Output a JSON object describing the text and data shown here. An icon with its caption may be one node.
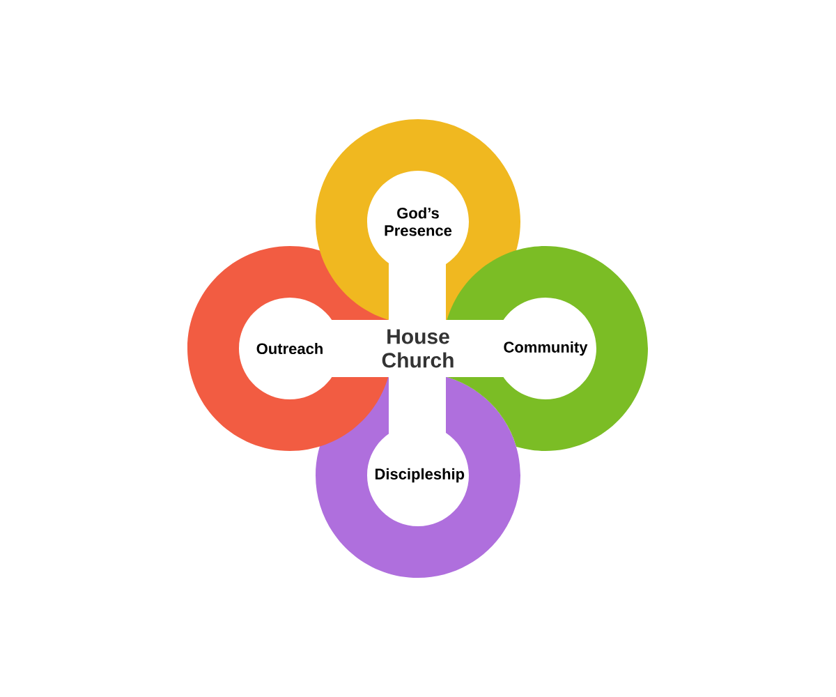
{
  "diagram": {
    "nodes": [
      {
        "text": [
          "House Church"
        ]
      },
      {
        "text": [
          "God’s Presence"
        ]
      },
      {
        "text": [
          "Outreach"
        ]
      },
      {
        "text": [
          "Community"
        ]
      },
      {
        "text": [
          "Discipleship"
        ]
      }
    ]
  }
}
